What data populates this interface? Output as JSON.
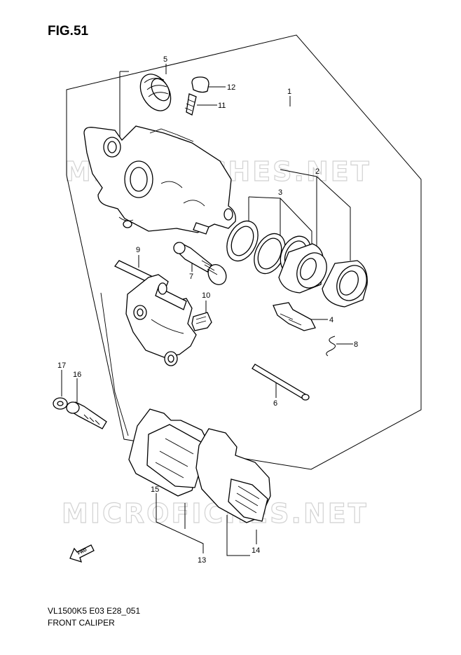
{
  "figure": {
    "title": "FIG.51",
    "model_code": "VL1500K5 E03 E28_051",
    "caption": "FRONT CALIPER"
  },
  "watermarks": [
    "MICROFICHES.NET",
    "MICROFICHES.NET"
  ],
  "direction_arrow": {
    "label": "FWD",
    "icon": "forward-arrow-icon"
  },
  "callouts": [
    {
      "id": "c1",
      "label": "1"
    },
    {
      "id": "c2",
      "label": "2"
    },
    {
      "id": "c3",
      "label": "3"
    },
    {
      "id": "c4",
      "label": "4"
    },
    {
      "id": "c5",
      "label": "5"
    },
    {
      "id": "c6",
      "label": "6"
    },
    {
      "id": "c7",
      "label": "7"
    },
    {
      "id": "c8",
      "label": "8"
    },
    {
      "id": "c9",
      "label": "9"
    },
    {
      "id": "c10",
      "label": "10"
    },
    {
      "id": "c11",
      "label": "11"
    },
    {
      "id": "c12",
      "label": "12"
    },
    {
      "id": "c13",
      "label": "13"
    },
    {
      "id": "c14",
      "label": "14"
    },
    {
      "id": "c15",
      "label": "15"
    },
    {
      "id": "c16",
      "label": "16"
    },
    {
      "id": "c17",
      "label": "17"
    }
  ]
}
